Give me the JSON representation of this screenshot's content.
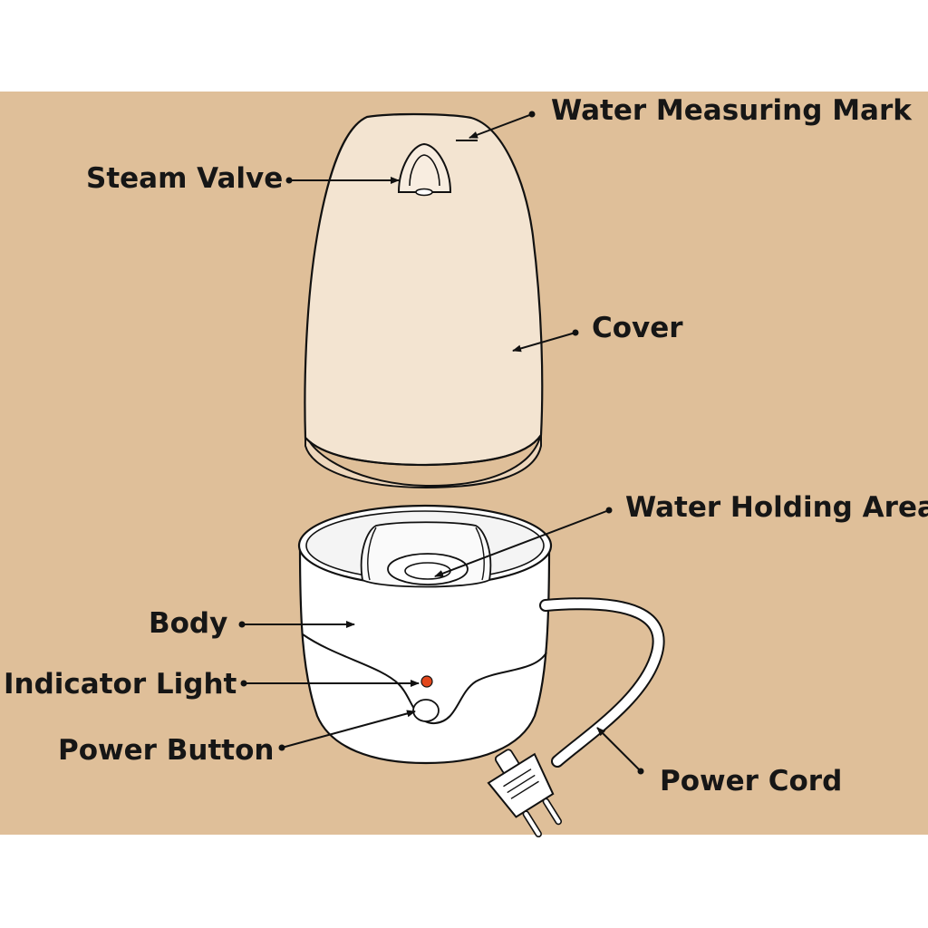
{
  "colors": {
    "panel_background": "#dfbf99",
    "cover_fill": "#f3e4d1",
    "cover_rim": "#eed7bc",
    "body_fill": "#ffffff",
    "outline": "#111111",
    "indicator_light": "#e2471c"
  },
  "labels": {
    "water_measuring_mark": "Water Measuring Mark",
    "steam_valve": "Steam Valve",
    "cover": "Cover",
    "water_holding_area": "Water Holding Area",
    "body": "Body",
    "indicator_light": "Indicator Light",
    "power_button": "Power Button",
    "power_cord": "Power Cord"
  },
  "icons": {
    "cover": "steamer-cover-icon",
    "body": "steamer-body-icon",
    "plug": "power-plug-icon"
  }
}
